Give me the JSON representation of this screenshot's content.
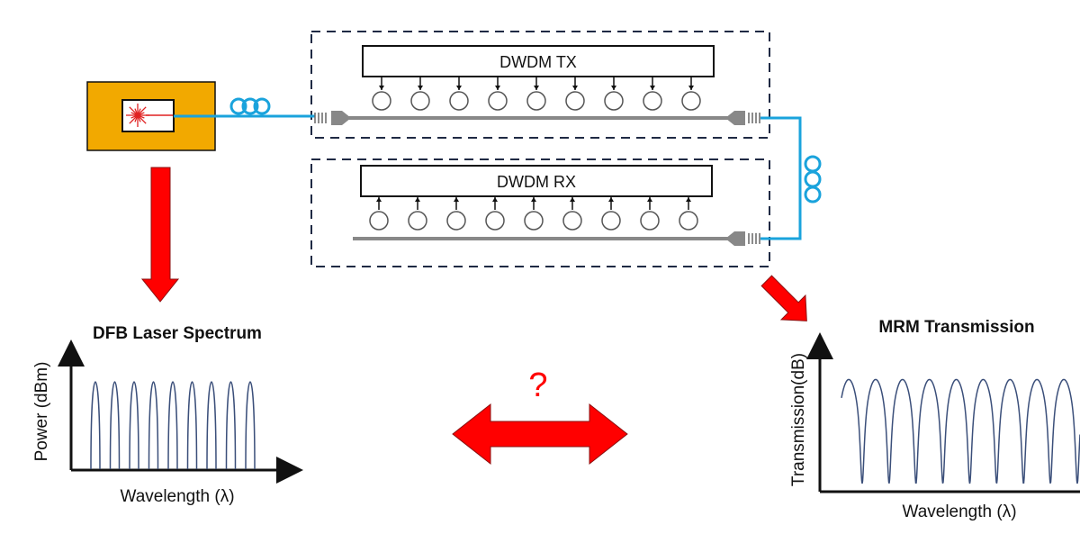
{
  "tx_label": "DWDM TX",
  "rx_label": "DWDM RX",
  "laser_panel": {
    "title": "DFB Laser Spectrum",
    "xlabel": "Wavelength (λ)",
    "ylabel": "Power (dBm)"
  },
  "mrm_panel": {
    "title": "MRM Transmission",
    "xlabel": "Wavelength (λ)",
    "ylabel": "Transmission(dB)"
  },
  "question_mark": "?",
  "colors": {
    "fiber": "#1aa3dc",
    "waveguide": "#888888",
    "laser_box": "#f2a900",
    "arrow": "#ff0000",
    "curve": "#3b4f7a",
    "dash": "#1f2a44"
  },
  "tx_ring_count": 9,
  "rx_ring_count": 9,
  "laser_line_count": 9,
  "mrm_dip_count": 9
}
